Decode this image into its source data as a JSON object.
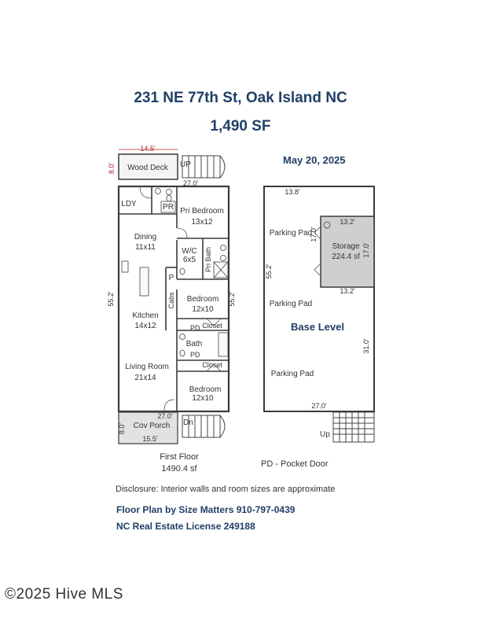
{
  "header": {
    "address": "231 NE 77th St, Oak Island NC",
    "area": "1,490 SF",
    "date": "May 20, 2025"
  },
  "first_floor": {
    "deck": {
      "name": "Wood Deck",
      "width": "14.5'",
      "depth": "8.0'"
    },
    "porch": {
      "name": "Cov Porch",
      "width": "15.5'",
      "depth": "8.0'"
    },
    "dims": {
      "top": "27.0'",
      "bottom": "27.0'",
      "left": "55.2'",
      "mid": "55.2'"
    },
    "rooms": {
      "ldy": "LDY",
      "pr": "PR",
      "pri_bed": "Pri Bedroom",
      "pri_bed_size": "13x12",
      "dining": "Dining",
      "dining_size": "11x11",
      "wic": "W/C",
      "wic_size": "6x5",
      "pri_bath": "Pri Bath",
      "pantry": "P",
      "cabs": "Cabs",
      "kitchen": "Kitchen",
      "kitchen_size": "14x12",
      "bed2": "Bedroom",
      "bed2_size": "12x10",
      "closet1": "Closet",
      "closet2": "Closet",
      "bath": "Bath",
      "pd1": "PD",
      "pd2": "PD",
      "living": "Living Room",
      "living_size": "21x14",
      "bed3": "Bedroom",
      "bed3_size": "12x10"
    },
    "stairs": {
      "up": "UP",
      "down": "Dn"
    },
    "caption": "First Floor",
    "caption_area": "1490.4 sf"
  },
  "base_level": {
    "name": "Base Level",
    "dims": {
      "top": "13.8'",
      "left": "55.2'",
      "right": "31.0'",
      "bottom": "27.0'",
      "storage_top": "13.2'",
      "storage_bottom": "13.2'",
      "storage_side": "17.0'",
      "storage_side2": "17.0'"
    },
    "parking": [
      "Parking Pad",
      "Parking Pad",
      "Parking Pad"
    ],
    "storage": {
      "name": "Storage",
      "area": "224.4 sf"
    },
    "stairs_up": "Up",
    "legend": "PD - Pocket Door"
  },
  "footer": {
    "disclosure": "Disclosure: Interior walls and room sizes are approximate",
    "credit": "Floor Plan by Size Matters 910-797-0439",
    "license": "NC Real Estate License 249188",
    "watermark": "©2025 Hive MLS"
  }
}
